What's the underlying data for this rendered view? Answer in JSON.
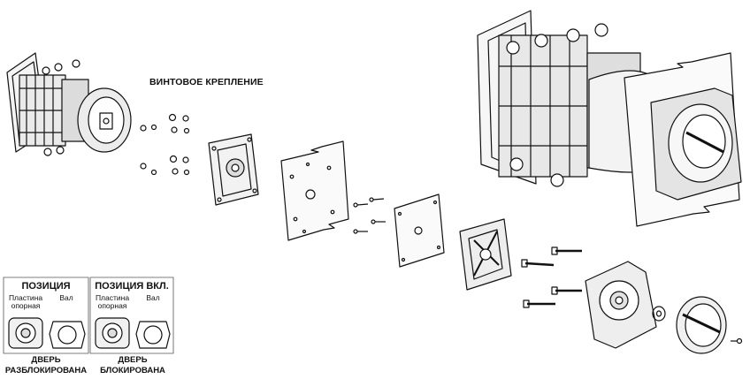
{
  "title": "ВИНТОВОЕ КРЕПЛЕНИЕ",
  "positions": [
    {
      "heading": "ПОЗИЦИЯ",
      "plate_label": "Пластина опорная",
      "shaft_label": "Вал",
      "door_line1": "ДВЕРЬ",
      "door_line2": "РАЗБЛОКИРОВАНА"
    },
    {
      "heading": "ПОЗИЦИЯ ВКЛ.",
      "plate_label": "Пластина опорная",
      "shaft_label": "Вал",
      "door_line1": "ДВЕРЬ",
      "door_line2": "БЛОКИРОВАНА"
    }
  ]
}
